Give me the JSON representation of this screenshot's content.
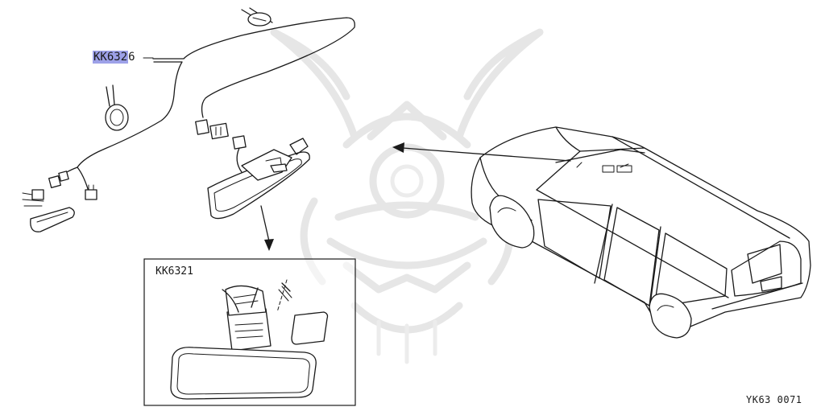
{
  "labels": {
    "main_part_prefix": "KK632",
    "main_part_suffix": "6",
    "detail_part": "KK6321",
    "diagram_code": "YK63  0071"
  },
  "colors": {
    "highlight": "#9da1e8",
    "line": "#1a1a1a",
    "watermark": "#e6e6e6",
    "background": "#ffffff"
  }
}
